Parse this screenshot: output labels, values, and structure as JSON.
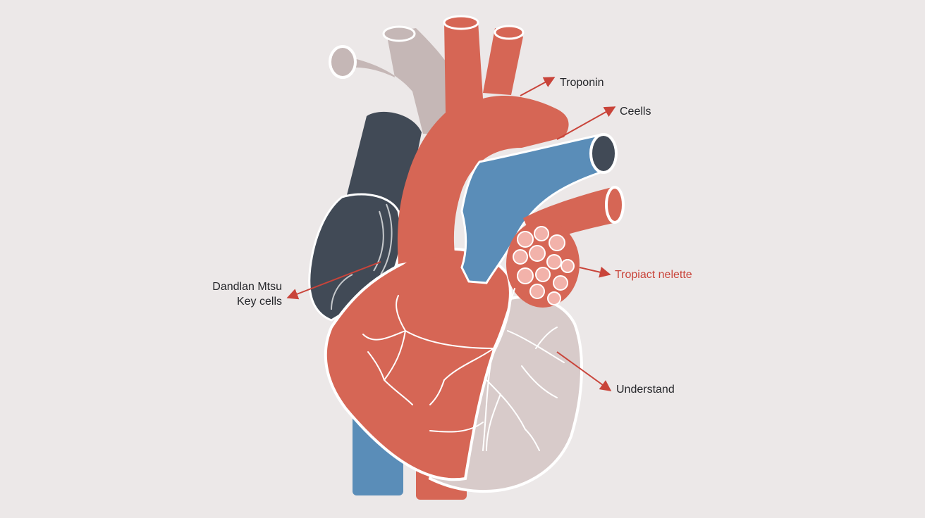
{
  "diagram": {
    "colors": {
      "background": "#ece8e8",
      "red": "#d66655",
      "blue": "#5a8db8",
      "slate": "#414a56",
      "pale": "#d8cbca",
      "vessel_gray": "#c5b7b6",
      "text_dark": "#26272b",
      "text_red": "#c9443a",
      "arrow": "#c9443a",
      "outline": "#ffffff",
      "tissue": "#f2b2aa"
    },
    "labels": {
      "troponin": "Troponin",
      "cells": "Ceells",
      "tropiact": "Tropiact nelette",
      "understand": "Understand",
      "dandlan_line1": "Dandlan Mtsu",
      "dandlan_line2": "Key cells"
    }
  }
}
